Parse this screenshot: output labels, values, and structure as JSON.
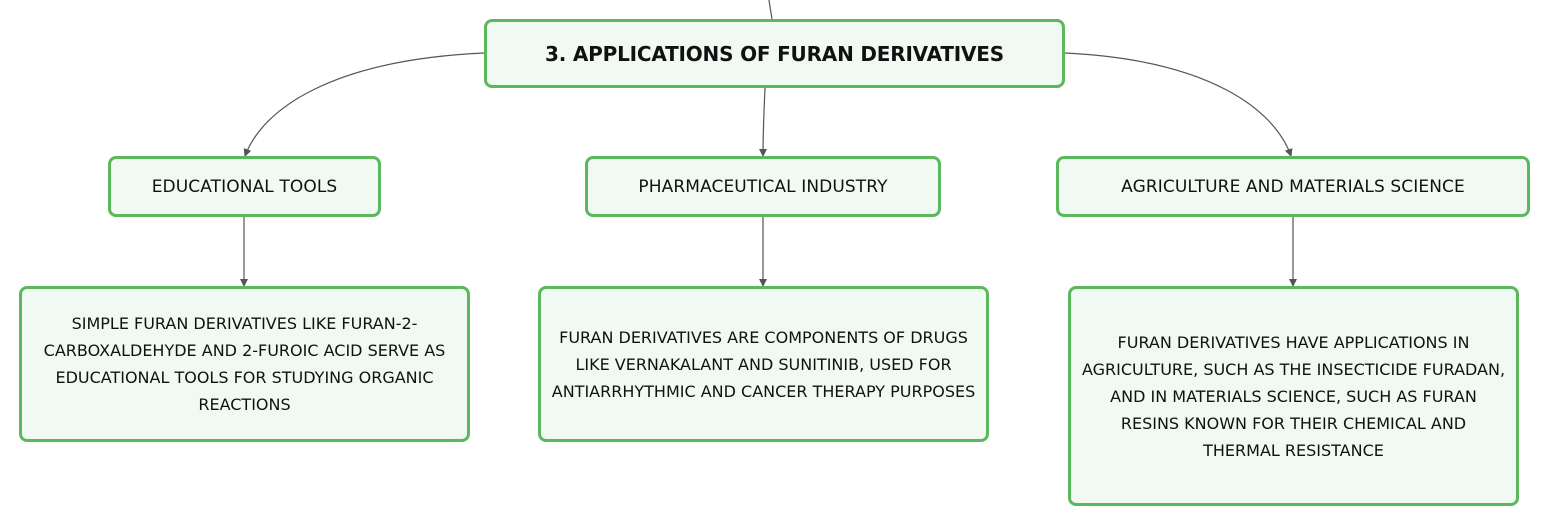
{
  "diagram": {
    "root": {
      "label": "3. APPLICATIONS OF FURAN DERIVATIVES"
    },
    "categories": [
      {
        "label": "EDUCATIONAL TOOLS",
        "detail": "SIMPLE FURAN DERIVATIVES LIKE FURAN-2-CARBOXALDEHYDE AND 2-FUROIC ACID SERVE AS EDUCATIONAL TOOLS FOR STUDYING ORGANIC REACTIONS"
      },
      {
        "label": "PHARMACEUTICAL INDUSTRY",
        "detail": "FURAN DERIVATIVES ARE COMPONENTS OF DRUGS LIKE VERNAKALANT AND SUNITINIB, USED FOR ANTIARRHYTHMIC AND CANCER THERAPY PURPOSES"
      },
      {
        "label": "AGRICULTURE AND MATERIALS SCIENCE",
        "detail": "FURAN DERIVATIVES HAVE APPLICATIONS IN AGRICULTURE, SUCH AS THE INSECTICIDE FURADAN, AND IN MATERIALS SCIENCE, SUCH AS FURAN RESINS KNOWN FOR THEIR CHEMICAL AND THERMAL RESISTANCE"
      }
    ],
    "colors": {
      "node_border": "#5cb85c",
      "node_fill": "#f1f9f3",
      "connector": "#555555",
      "text": "#111111"
    }
  }
}
